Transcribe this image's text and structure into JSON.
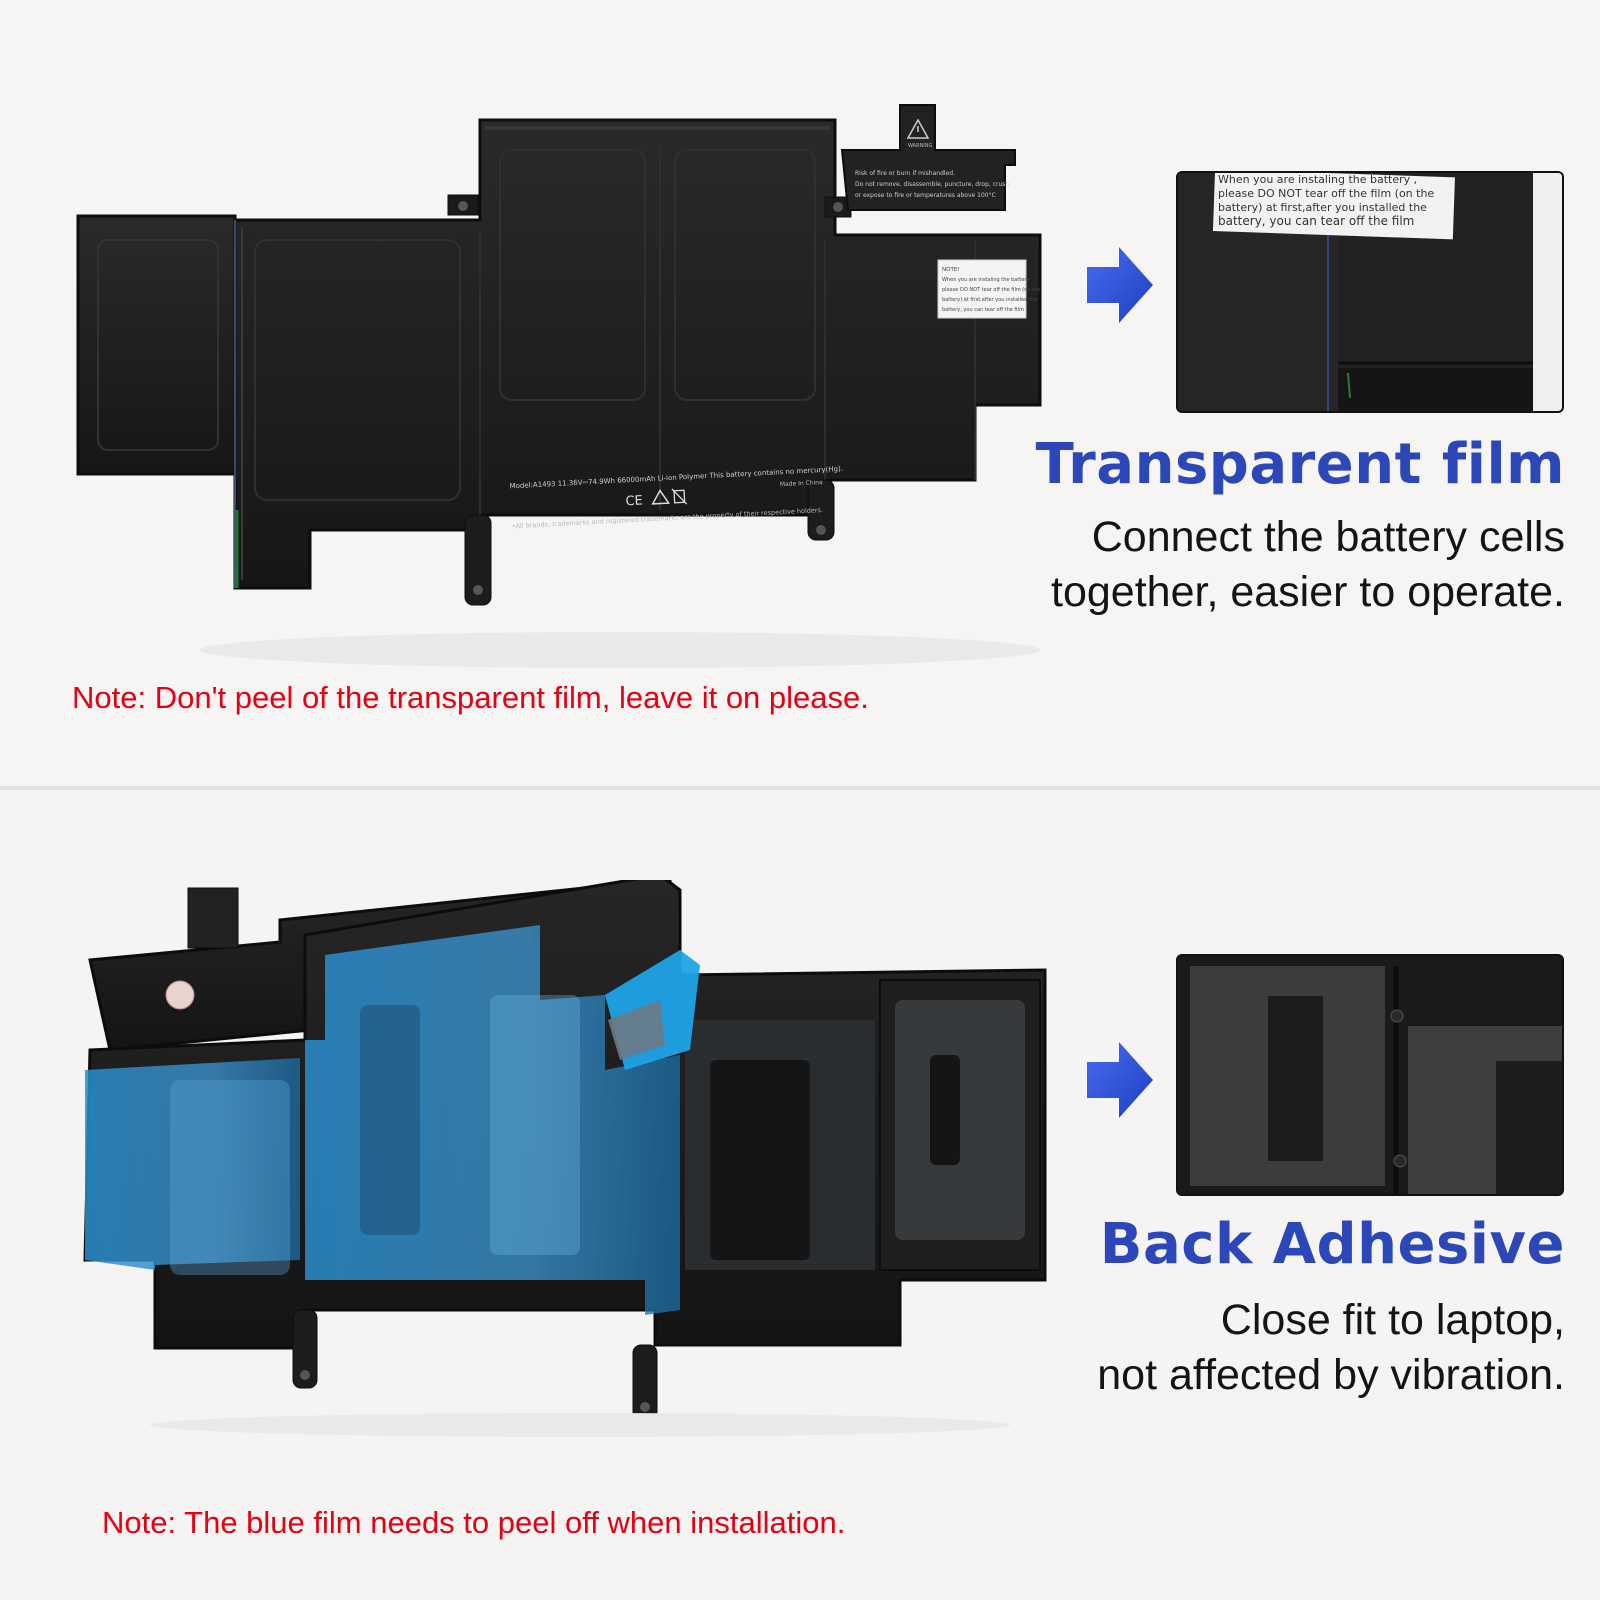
{
  "top_section": {
    "title": "Transparent film",
    "description_lines": [
      "Connect the battery cells",
      "together, easier to operate."
    ],
    "note": "Note: Don't peel of the transparent film, leave it on please.",
    "zoom_sticker_lines": [
      "When you are instaling the battery ,",
      "please DO NOT tear off the film (on the",
      "battery) at first,after you installed the",
      "battery, you can tear off the film"
    ],
    "battery_label_lines": [
      "Model:A1493 11.36V⎓74.9Wh 66000mAh Li-ion Polymer This battery contains no mercury(Hg).",
      "Made In China",
      "•All brands, trademarks and registered trademarks are the property of their respective holders."
    ],
    "warning_lines": [
      "WARNING",
      "Risk of fire or burn if mishandled.",
      "Do not remove, disassemble, puncture, drop, crush,",
      "or expose to fire or temperatures above 100°C"
    ],
    "small_note_lines": [
      "NOTE!",
      "When you are instaling the battery",
      "please DO NOT tear off the film (on the",
      "battery) at first,after you installed the",
      "battery, you can tear off the film"
    ]
  },
  "bottom_section": {
    "title": "Back Adhesive",
    "description_lines": [
      "Close fit to laptop,",
      "not affected by vibration."
    ],
    "note": "Note: The blue film needs to peel off when installation."
  },
  "colors": {
    "title_blue": "#2c48b8",
    "note_red": "#e60012",
    "arrow_blue": "#2f52d6",
    "battery_black": "#1c1c1c",
    "film_blue": "#2a95d6"
  },
  "icons": [
    "arrow-right-icon",
    "warning-triangle-icon",
    "ce-mark-icon",
    "recycle-icon",
    "bin-crossed-icon"
  ]
}
